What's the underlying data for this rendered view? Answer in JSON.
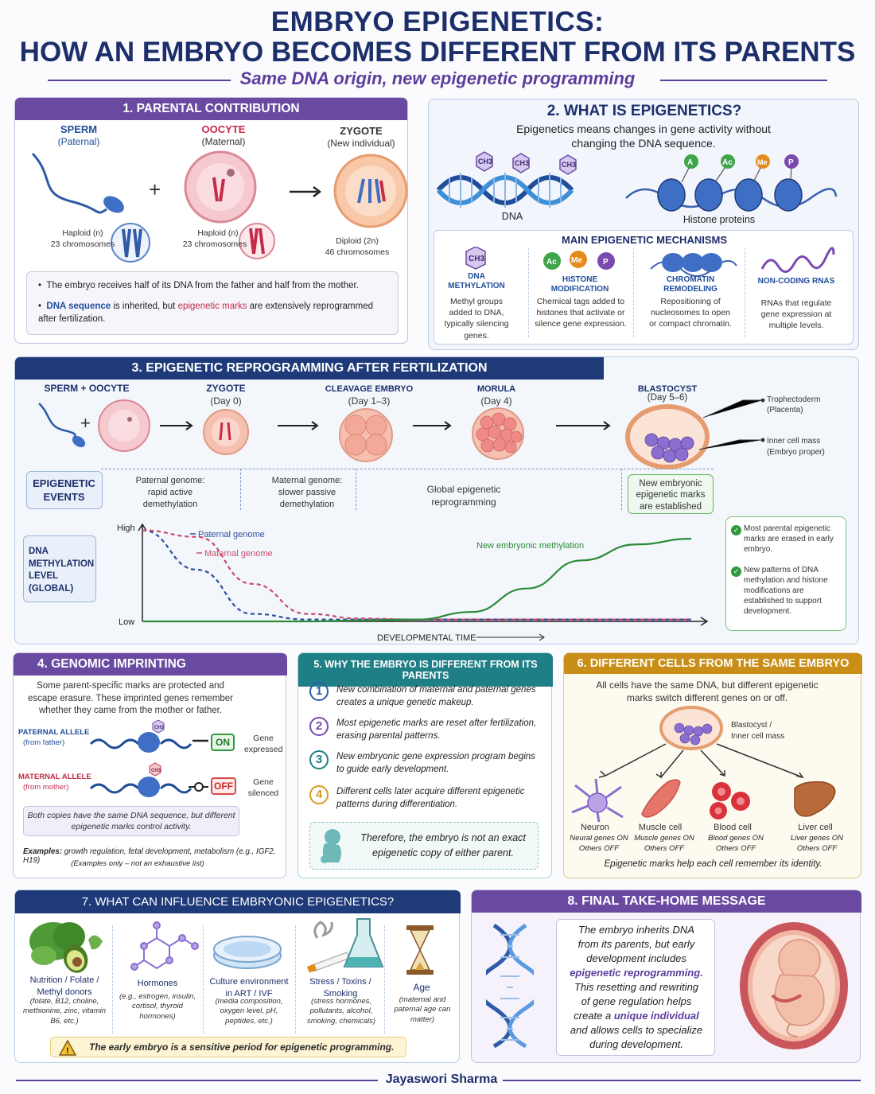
{
  "header": {
    "title_line1": "EMBRYO EPIGENETICS:",
    "title_line2": "HOW AN EMBRYO BECOMES DIFFERENT FROM ITS PARENTS",
    "subtitle": "Same DNA origin, new epigenetic programming"
  },
  "s1": {
    "heading": "1. PARENTAL CONTRIBUTION",
    "sperm": {
      "name": "SPERM",
      "sub": "(Paternal)",
      "ploidy": "Haploid (n)",
      "chrom": "23 chromosomes"
    },
    "oocyte": {
      "name": "OOCYTE",
      "sub": "(Maternal)",
      "ploidy": "Haploid (n)",
      "chrom": "23 chromosomes"
    },
    "zygote": {
      "name": "ZYGOTE",
      "sub": "(New individual)",
      "ploidy": "Diploid (2n)",
      "chrom": "46 chromosomes"
    },
    "plus": "+",
    "bullet1": "The embryo receives half of its DNA from the father and half from the mother.",
    "bullet2_a": "DNA sequence",
    "bullet2_b": " is inherited, but ",
    "bullet2_c": "epigenetic marks",
    "bullet2_d": " are extensively reprogrammed after fertilization."
  },
  "s2": {
    "heading": "2. WHAT IS EPIGENETICS?",
    "intro": "Epigenetics means changes in gene activity without changing the DNA sequence.",
    "ch3": "CH3",
    "dna_label": "DNA",
    "histone_label": "Histone proteins",
    "tags": [
      "A",
      "Ac",
      "Me",
      "P"
    ],
    "mech_heading": "MAIN EPIGENETIC MECHANISMS",
    "mechs": [
      {
        "name": "DNA METHYLATION",
        "desc": "Methyl groups added to DNA, typically silencing genes."
      },
      {
        "name": "HISTONE MODIFICATION",
        "desc": "Chemical tags added to histones that activate or silence gene expression."
      },
      {
        "name": "CHROMATIN REMODELING",
        "desc": "Repositioning of nucleosomes to open or compact chromatin."
      },
      {
        "name": "NON-CODING RNAS",
        "desc": "RNAs that regulate gene expression at multiple levels."
      }
    ],
    "mech_tags": [
      "Ac",
      "Me",
      "P"
    ]
  },
  "s3": {
    "heading": "3. EPIGENETIC REPROGRAMMING AFTER FERTILIZATION",
    "stages": [
      {
        "name": "SPERM + OOCYTE",
        "sub": ""
      },
      {
        "name": "ZYGOTE",
        "sub": "(Day 0)"
      },
      {
        "name": "CLEAVAGE EMBRYO",
        "sub": "(Day 1–3)"
      },
      {
        "name": "MORULA",
        "sub": "(Day 4)"
      },
      {
        "name": "BLASTOCYST",
        "sub": "(Day 5–6)"
      }
    ],
    "troph": "Trophectoderm",
    "troph_sub": "(Placenta)",
    "icm": "Inner cell mass",
    "icm_sub": "(Embryo proper)",
    "events_label": "EPIGENETIC EVENTS",
    "events": [
      {
        "a": "Paternal genome:",
        "b": "rapid active demethylation"
      },
      {
        "a": "Maternal genome:",
        "b": "slower passive demethylation"
      },
      {
        "a": "Global epigenetic reprogramming",
        "b": ""
      },
      {
        "a": "New embryonic epigenetic marks are established",
        "b": ""
      }
    ],
    "meth_label": "DNA METHYLATION LEVEL (GLOBAL)",
    "chart_data": {
      "type": "line",
      "x": [
        0,
        1,
        2,
        3,
        4,
        5,
        6,
        7,
        8,
        9,
        10
      ],
      "ylim": [
        0,
        1
      ],
      "ylabel": "",
      "xlabel": "DEVELOPMENTAL TIME",
      "y_ticks": [
        "Low",
        "High"
      ],
      "series": [
        {
          "name": "Paternal genome",
          "color": "#2b4f9e",
          "values": [
            0.97,
            0.55,
            0.08,
            0.02,
            0.02,
            0.02,
            0.02,
            0.02,
            0.02,
            0.02,
            0.02
          ]
        },
        {
          "name": "Maternal genome",
          "color": "#c94a6a",
          "values": [
            0.97,
            0.9,
            0.4,
            0.08,
            0.03,
            0.02,
            0.02,
            0.02,
            0.02,
            0.02,
            0.02
          ]
        },
        {
          "name": "New embryonic methylation",
          "color": "#2c8a36",
          "values": [
            0,
            0,
            0,
            0,
            0.01,
            0.02,
            0.1,
            0.35,
            0.65,
            0.82,
            0.88
          ]
        }
      ]
    },
    "notes": [
      "Most parental epigenetic marks are erased in early embryo.",
      "New patterns of DNA methylation and histone modifications are established to support development."
    ]
  },
  "s4": {
    "heading": "4. GENOMIC IMPRINTING",
    "intro": "Some parent-specific marks are protected and escape erasure. These imprinted genes remember whether they came from the mother or father.",
    "pat": "PATERNAL ALLELE",
    "pat_sub": "(from father)",
    "mat": "MATERNAL ALLELE",
    "mat_sub": "(from mother)",
    "on": "ON",
    "off": "OFF",
    "expr": "Gene expressed",
    "sil": "Gene silenced",
    "ch3": "CH3",
    "box": "Both copies have the same DNA sequence, but different epigenetic marks control activity.",
    "examples_a": "Examples:",
    "examples_b": " growth regulation, fetal development, metabolism (e.g., IGF2, H19)",
    "examples_note": "(Examples only – not an exhaustive list)"
  },
  "s5": {
    "heading": "5. WHY THE EMBRYO IS DIFFERENT FROM ITS PARENTS",
    "items": [
      {
        "n": "1",
        "t": "New combination of maternal and paternal genes creates a unique genetic makeup."
      },
      {
        "n": "2",
        "t": "Most epigenetic marks are reset after fertilization, erasing parental patterns."
      },
      {
        "n": "3",
        "t": "New embryonic gene expression program begins to guide early development."
      },
      {
        "n": "4",
        "t": "Different cells later acquire different epigenetic patterns during differentiation."
      }
    ],
    "conclusion": "Therefore, the embryo is not an exact epigenetic copy of either parent."
  },
  "s6": {
    "heading": "6. DIFFERENT CELLS FROM THE SAME EMBRYO",
    "intro": "All cells have the same DNA, but different epigenetic marks switch different genes on or off.",
    "blast": "Blastocyst /",
    "blast2": "Inner cell mass",
    "cells": [
      {
        "name": "Neuron",
        "a": "Neural genes ON",
        "b": "Others OFF"
      },
      {
        "name": "Muscle cell",
        "a": "Muscle genes ON",
        "b": "Others OFF"
      },
      {
        "name": "Blood cell",
        "a": "Blood genes ON",
        "b": "Others OFF"
      },
      {
        "name": "Liver cell",
        "a": "Liver genes ON",
        "b": "Others OFF"
      }
    ],
    "footer": "Epigenetic marks help each cell remember its identity."
  },
  "s7": {
    "heading": "7. WHAT CAN INFLUENCE EMBRYONIC EPIGENETICS?",
    "items": [
      {
        "name": "Nutrition / Folate / Methyl donors",
        "desc": "(folate, B12, choline, methionine, zinc, vitamin B6, etc.)"
      },
      {
        "name": "Hormones",
        "desc": "(e.g., estrogen, insulin, cortisol, thyroid hormones)"
      },
      {
        "name": "Culture environment in ART / IVF",
        "desc": "(media composition, oxygen level, pH, peptides, etc.)"
      },
      {
        "name": "Stress / Toxins / Smoking",
        "desc": "(stress hormones, pollutants, alcohol, smoking, chemicals)"
      },
      {
        "name": "Age",
        "desc": "(maternal and paternal age can matter)"
      }
    ],
    "warning": "The early embryo is a sensitive period for epigenetic programming."
  },
  "s8": {
    "heading": "8. FINAL TAKE-HOME MESSAGE",
    "l1": "The embryo inherits DNA",
    "l2": "from its parents, but early",
    "l3": "development includes",
    "l4": "epigenetic reprogramming.",
    "l5": "This resetting and rewriting",
    "l6": "of gene regulation helps",
    "l7": "create a ",
    "l7b": "unique individual",
    "l8": "and allows cells to specialize",
    "l9": "during development."
  },
  "footer": {
    "author": "Jayaswori Sharma"
  }
}
